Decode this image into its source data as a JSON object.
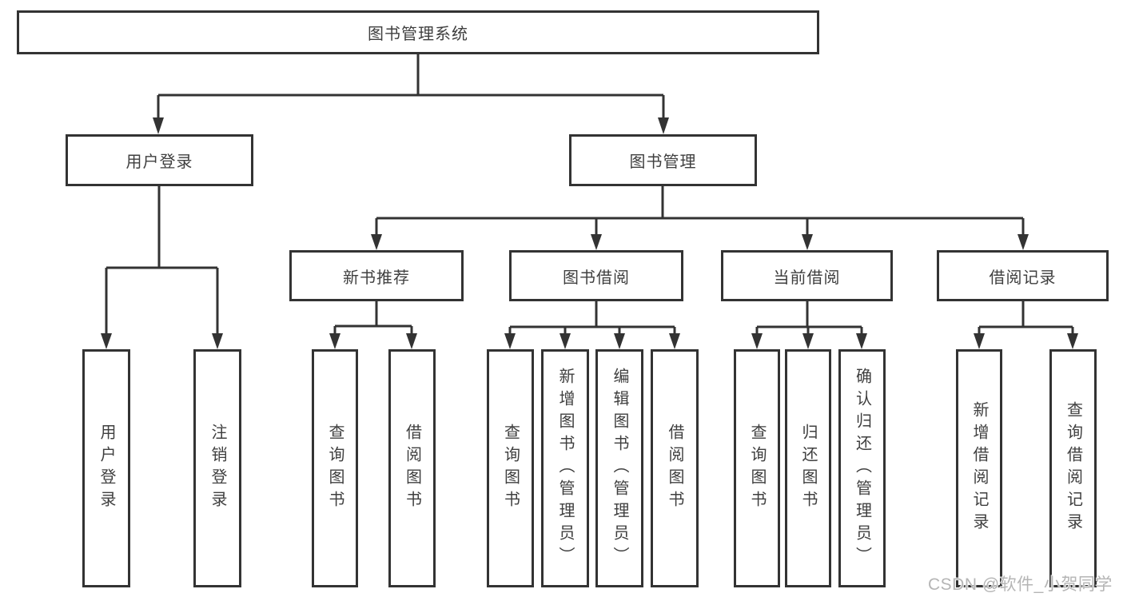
{
  "diagram": {
    "root": {
      "label": "图书管理系统"
    },
    "branches": [
      {
        "label": "用户登录",
        "children": [
          {
            "label": "用户登录"
          },
          {
            "label": "注销登录"
          }
        ]
      },
      {
        "label": "图书管理",
        "children": [
          {
            "label": "新书推荐",
            "children": [
              {
                "label": "查询图书"
              },
              {
                "label": "借阅图书"
              }
            ]
          },
          {
            "label": "图书借阅",
            "children": [
              {
                "label": "查询图书"
              },
              {
                "label": "新增图书（管理员）"
              },
              {
                "label": "编辑图书（管理员）"
              },
              {
                "label": "借阅图书"
              }
            ]
          },
          {
            "label": "当前借阅",
            "children": [
              {
                "label": "查询图书"
              },
              {
                "label": "归还图书"
              },
              {
                "label": "确认归还（管理员）"
              }
            ]
          },
          {
            "label": "借阅记录",
            "children": [
              {
                "label": "新增借阅记录"
              },
              {
                "label": "查询借阅记录"
              }
            ]
          }
        ]
      }
    ]
  },
  "watermark": {
    "text": "CSDN @软件_小贺同学"
  },
  "colors": {
    "background": "#ffffff",
    "box_fill": "#ffffff",
    "box_border": "#333333",
    "line": "#333333",
    "text": "#3f3f3f",
    "watermark": "#b5b5b5"
  }
}
